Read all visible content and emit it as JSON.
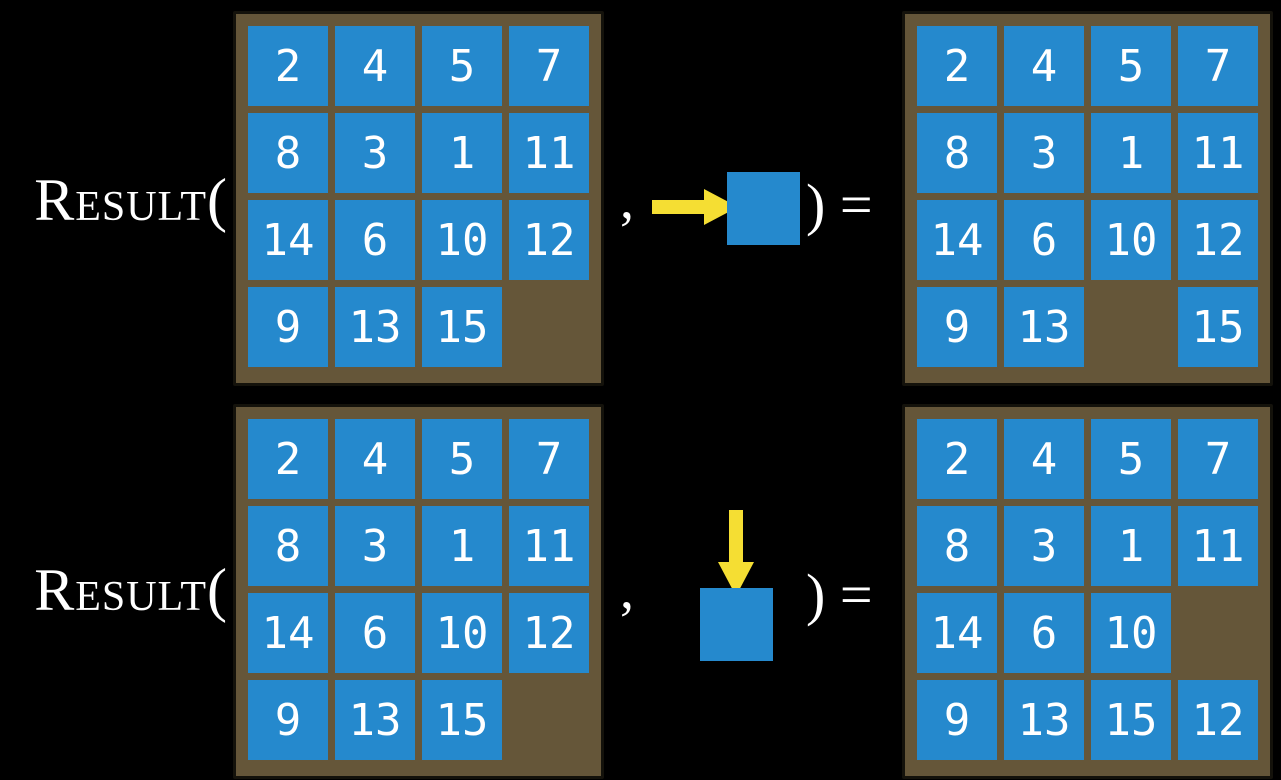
{
  "figure": {
    "description_note": "",
    "function_label": "Result(",
    "comma": ",",
    "close_label": ") =",
    "colors": {
      "background": "#000000",
      "board_frame_brown": "#655639",
      "board_border_dark": "#14120b",
      "tile_blue": "#2589CD",
      "tile_number_white": "#FFFFFF",
      "arrow_yellow": "#F5DE33",
      "label_white": "#FFFFFF"
    }
  },
  "examples": [
    {
      "id": "slide-right",
      "function_label": "Result(",
      "comma": ",",
      "close_label": ") =",
      "action": {
        "arrow_direction": "right",
        "icon": "right-arrow-into-tile"
      },
      "input_grid": [
        [
          "2",
          "4",
          "5",
          "7"
        ],
        [
          "8",
          "3",
          "1",
          "11"
        ],
        [
          "14",
          "6",
          "10",
          "12"
        ],
        [
          "9",
          "13",
          "15",
          ""
        ]
      ],
      "output_grid": [
        [
          "2",
          "4",
          "5",
          "7"
        ],
        [
          "8",
          "3",
          "1",
          "11"
        ],
        [
          "14",
          "6",
          "10",
          "12"
        ],
        [
          "9",
          "13",
          "",
          "15"
        ]
      ]
    },
    {
      "id": "slide-down",
      "function_label": "Result(",
      "comma": ",",
      "close_label": ") =",
      "action": {
        "arrow_direction": "down",
        "icon": "down-arrow-into-tile"
      },
      "input_grid": [
        [
          "2",
          "4",
          "5",
          "7"
        ],
        [
          "8",
          "3",
          "1",
          "11"
        ],
        [
          "14",
          "6",
          "10",
          "12"
        ],
        [
          "9",
          "13",
          "15",
          ""
        ]
      ],
      "output_grid": [
        [
          "2",
          "4",
          "5",
          "7"
        ],
        [
          "8",
          "3",
          "1",
          "11"
        ],
        [
          "14",
          "6",
          "10",
          ""
        ],
        [
          "9",
          "13",
          "15",
          "12"
        ]
      ]
    }
  ]
}
